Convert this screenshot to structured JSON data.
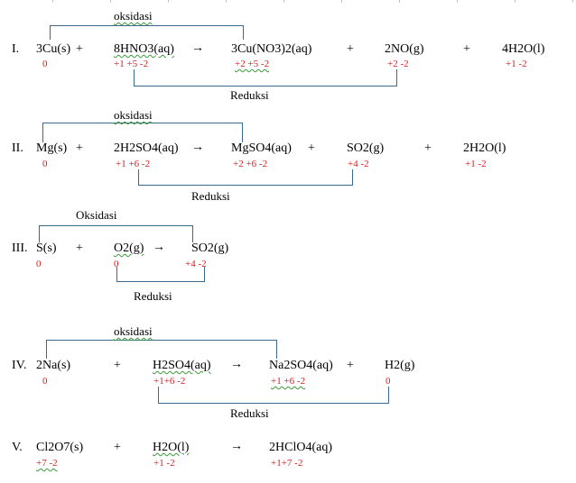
{
  "labels": {
    "oksidasi": "oksidasi",
    "oksidasi_cap": "Oksidasi",
    "reduksi": "Reduksi"
  },
  "reactions": [
    {
      "number": "I.",
      "r1": "3Cu(s)",
      "p1": "+",
      "r2": "8HNO3(aq)",
      "arrow": "→",
      "pr1": "3Cu(NO3)2(aq)",
      "p2": "+",
      "pr2": "2NO(g)",
      "p3": "+",
      "pr3": "4H2O(l)",
      "ox": [
        "0",
        "+1 +5 -2",
        "+2 +5 -2",
        "+2 -2",
        "+1  -2"
      ]
    },
    {
      "number": "II.",
      "r1": "Mg(s)",
      "p1": "+",
      "r2": "2H2SO4(aq)",
      "arrow": "→",
      "pr1": "MgSO4(aq)",
      "p2": "+",
      "pr2": "SO2(g)",
      "p3": "+",
      "pr3": "2H2O(l)",
      "ox": [
        "0",
        "+1 +6 -2",
        "+2 +6 -2",
        "+4 -2",
        "+1   -2"
      ]
    },
    {
      "number": "III.",
      "r1": "S(s)",
      "p1": "+",
      "r2": "O2(g)",
      "arrow": "→",
      "pr1": "SO2(g)",
      "ox": [
        "0",
        "0",
        "+4 -2"
      ]
    },
    {
      "number": "IV.",
      "r1": "2Na(s)",
      "p1": "+",
      "r2": "H2SO4(aq)",
      "arrow": "→",
      "pr1": "Na2SO4(aq)",
      "p2": "+",
      "pr2": "H2(g)",
      "ox": [
        "0",
        "+1+6 -2",
        "+1  +6 -2",
        "0"
      ]
    },
    {
      "number": "V.",
      "r1": "Cl2O7(s)",
      "p1": "+",
      "r2": "H2O(l)",
      "arrow": "→",
      "pr1": "2HClO4(aq)",
      "ox": [
        "+7  -2",
        "+1 -2",
        "+1+7 -2"
      ]
    }
  ]
}
